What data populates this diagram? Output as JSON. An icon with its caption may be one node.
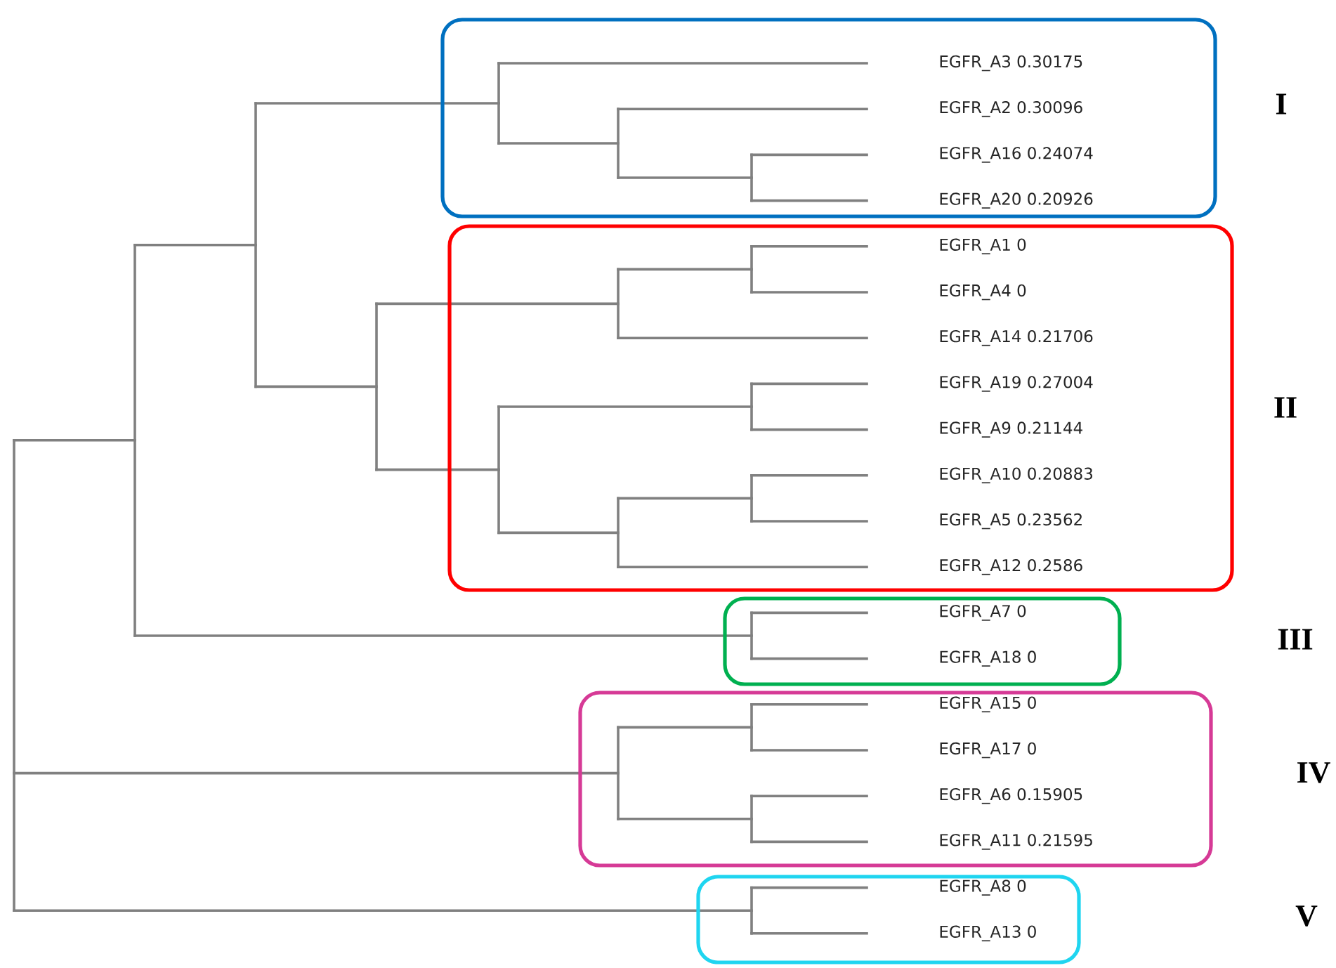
{
  "diagram": {
    "nodes": [
      {
        "text": [
          "EGFR_A3 0.30175",
          "EGFR_A2 0.30096",
          "EGFR_A16 0.24074",
          "EGFR_A20 0.20926"
        ]
      },
      {
        "text": [
          "EGFR_A1 0",
          "EGFR_A4 0",
          "EGFR_A14 0.21706",
          "EGFR_A19 0.27004",
          "EGFR_A9 0.21144",
          "EGFR_A10 0.20883",
          "EGFR_A5 0.23562",
          "EGFR_A12 0.2586"
        ]
      },
      {
        "text": [
          "EGFR_A7 0",
          "EGFR_A18 0"
        ]
      },
      {
        "text": [
          "EGFR_A15 0",
          "EGFR_A17 0",
          "EGFR_A6 0.15905",
          "EGFR_A11 0.21595"
        ]
      },
      {
        "text": [
          "EGFR_A8 0",
          "EGFR_A13 0"
        ]
      }
    ],
    "labels": [
      "I",
      "II",
      "III",
      "IV",
      "V"
    ]
  }
}
